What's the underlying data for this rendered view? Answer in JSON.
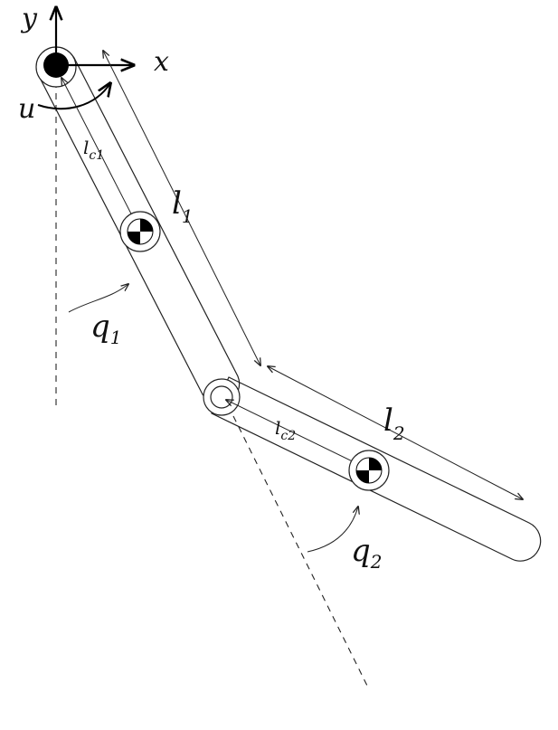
{
  "labels": {
    "y_axis": "y",
    "x_axis": "x",
    "input": "u",
    "link1_length": {
      "base": "l",
      "sub": "1"
    },
    "link1_com": {
      "base": "l",
      "sub": "c1"
    },
    "joint1_angle": {
      "base": "q",
      "sub": "1"
    },
    "link2_length": {
      "base": "l",
      "sub": "2"
    },
    "link2_com": {
      "base": "l",
      "sub": "c2"
    },
    "joint2_angle": {
      "base": "q",
      "sub": "2"
    }
  }
}
